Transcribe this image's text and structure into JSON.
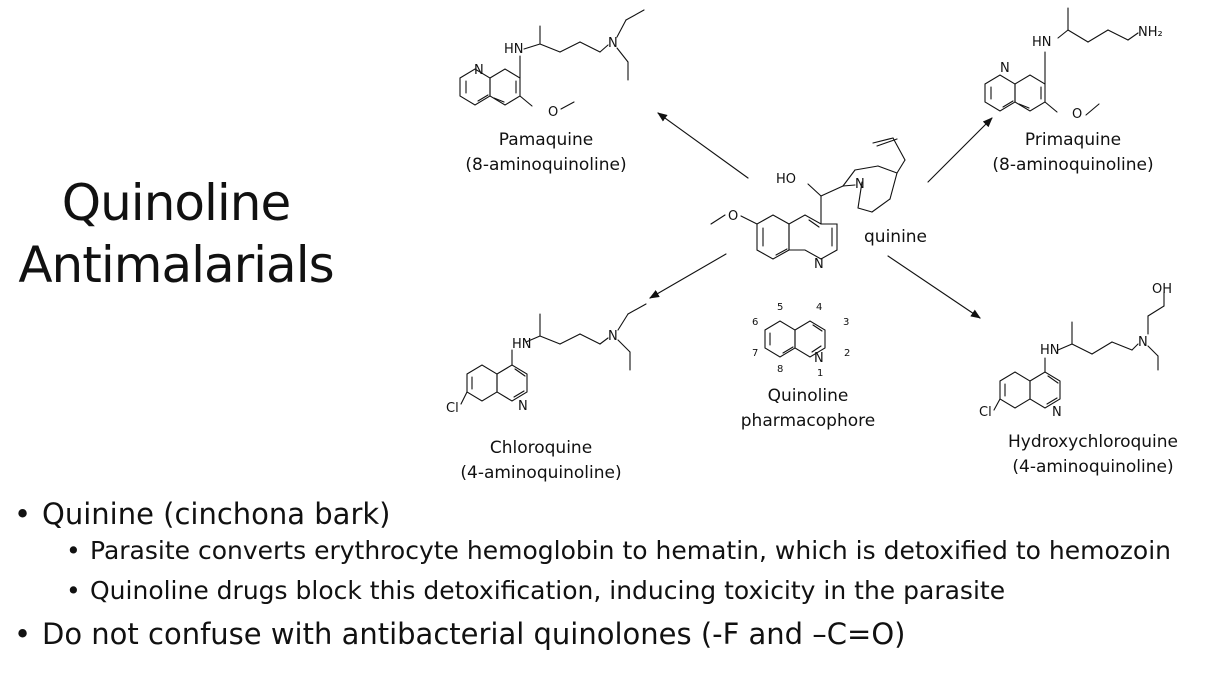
{
  "slide": {
    "title_lines": [
      "Quinoline",
      "Antimalarials"
    ]
  },
  "structures": {
    "pamaquine": {
      "name": "Pamaquine",
      "class": "(8-aminoquinoline)"
    },
    "primaquine": {
      "name": "Primaquine",
      "class": "(8-aminoquinoline)"
    },
    "quinine": {
      "name": "quinine"
    },
    "chloroquine": {
      "name": "Chloroquine",
      "class": "(4-aminoquinoline)"
    },
    "pharmacophore": {
      "name": "Quinoline",
      "subtitle": "pharmacophore"
    },
    "hydroxychloroquine": {
      "name": "Hydroxychloroquine",
      "class": "(4-aminoquinoline)"
    }
  },
  "atoms": {
    "N": "N",
    "HN": "HN",
    "O": "O",
    "HO": "HO",
    "NH2": "NH₂",
    "Cl": "Cl",
    "OH": "OH",
    "ring_numbers": [
      "1",
      "2",
      "3",
      "4",
      "5",
      "6",
      "7",
      "8"
    ]
  },
  "bullets": [
    {
      "text": "Quinine (cinchona bark)",
      "sub": [
        "Parasite converts erythrocyte hemoglobin to hematin, which is detoxified to hemozoin",
        "Quinoline drugs block this detoxification, inducing toxicity in the parasite"
      ]
    },
    {
      "text": "Do not confuse with antibacterial quinolones (-F and –C=O)",
      "sub": []
    }
  ],
  "bullet_symbol": "•"
}
